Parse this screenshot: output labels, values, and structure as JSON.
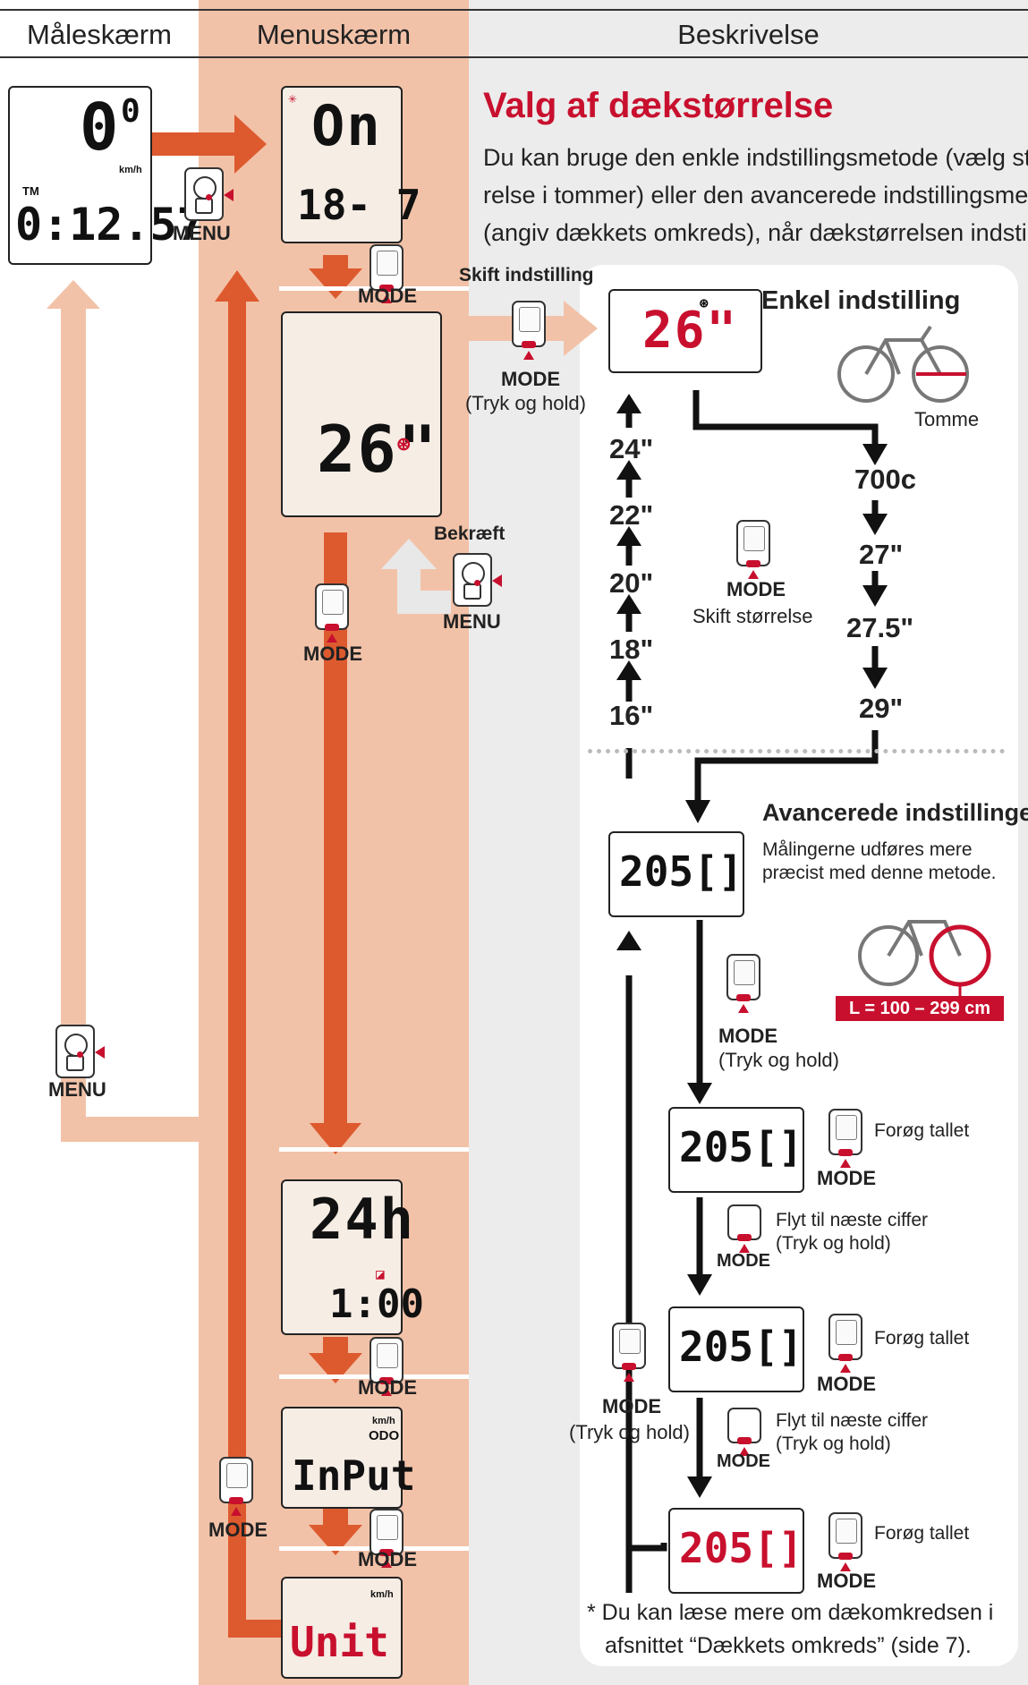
{
  "columns": {
    "measure": "Måleskærm",
    "menu": "Menuskærm",
    "description": "Beskrivelse"
  },
  "title": "Valg af dækstørrelse",
  "intro_lines": [
    "Du kan bruge den enkle indstillingsmetode (vælg stør-",
    "relse i tommer) eller den avancerede indstillingsmetode",
    "(angiv dækkets omkreds), når dækstørrelsen indstilles."
  ],
  "buttons": {
    "menu": "MENU",
    "mode": "MODE",
    "press_hold": "(Tryk og hold)"
  },
  "labels": {
    "switch_setting": "Skift indstilling",
    "confirm": "Bekræft",
    "simple_setting": "Enkel indstilling",
    "inch": "Tomme",
    "change_size": "Skift størrelse",
    "advanced_setting": "Avancerede indstillinger",
    "advanced_desc_1": "Målingerne udføres mere",
    "advanced_desc_2": "præcist med denne metode.",
    "circumference_range": "L = 100 – 299 cm",
    "increase_number": "Forøg tallet",
    "next_digit_1": "Flyt til næste ciffer",
    "next_digit_2": "(Tryk og hold)"
  },
  "sizes_up": [
    "16\"",
    "18\"",
    "20\"",
    "22\"",
    "24\""
  ],
  "sizes_down": [
    "700c",
    "27\"",
    "27.5\"",
    "29\""
  ],
  "lcd": {
    "measure_top": "0",
    "measure_top_small": "0",
    "measure_unit": "km/h",
    "measure_tm": "TM",
    "measure_time": "0:12.57",
    "menu_on": "On",
    "menu_date": "18- 7",
    "menu_tire": "26\"",
    "simple_tire": "26\"",
    "adv_value": "205[]",
    "clock_big": "24h",
    "clock_small": "1:00",
    "input_unit": "km/h",
    "input_odo": "ODO",
    "input_text": "InPut",
    "unit_unit": "km/h",
    "unit_text": "Unit"
  },
  "note_lines": [
    "* Du kan læse mere om dækomkredsen i",
    "afsnittet “Dækkets omkreds” (side 7)."
  ],
  "colors": {
    "accent_red": "#c8102e",
    "menu_bg": "#f2c2a8",
    "arrow_orange": "#dd5a2f",
    "light_arrow": "#f2c2a8"
  }
}
